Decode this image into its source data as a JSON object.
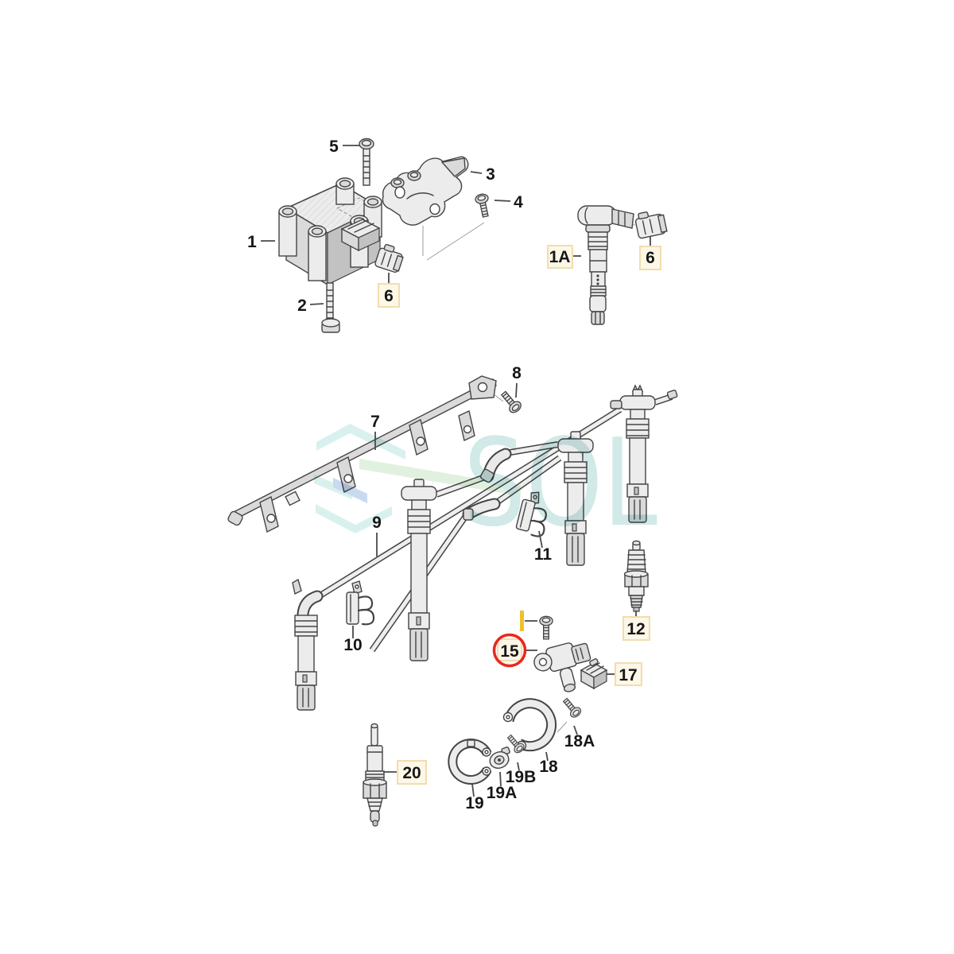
{
  "watermark": {
    "text": "SOL"
  },
  "parts": {
    "p1": {
      "label": "1",
      "boxed": false,
      "circled": false
    },
    "p1a": {
      "label": "1A",
      "boxed": true,
      "circled": false
    },
    "p2": {
      "label": "2",
      "boxed": false,
      "circled": false
    },
    "p3": {
      "label": "3",
      "boxed": false,
      "circled": false
    },
    "p4": {
      "label": "4",
      "boxed": false,
      "circled": false
    },
    "p5": {
      "label": "5",
      "boxed": false,
      "circled": false
    },
    "p6a": {
      "label": "6",
      "boxed": true,
      "circled": false
    },
    "p6b": {
      "label": "6",
      "boxed": true,
      "circled": false
    },
    "p7": {
      "label": "7",
      "boxed": false,
      "circled": false
    },
    "p8": {
      "label": "8",
      "boxed": false,
      "circled": false
    },
    "p9": {
      "label": "9",
      "boxed": false,
      "circled": false
    },
    "p10": {
      "label": "10",
      "boxed": false,
      "circled": false
    },
    "p11": {
      "label": "11",
      "boxed": false,
      "circled": false
    },
    "p12": {
      "label": "12",
      "boxed": true,
      "circled": false
    },
    "p15": {
      "label": "15",
      "boxed": true,
      "circled": true
    },
    "p17": {
      "label": "17",
      "boxed": true,
      "circled": false
    },
    "p18": {
      "label": "18",
      "boxed": false,
      "circled": false
    },
    "p18a": {
      "label": "18A",
      "boxed": false,
      "circled": false
    },
    "p19": {
      "label": "19",
      "boxed": false,
      "circled": false
    },
    "p19a": {
      "label": "19A",
      "boxed": false,
      "circled": false
    },
    "p19b": {
      "label": "19B",
      "boxed": false,
      "circled": false
    },
    "p20": {
      "label": "20",
      "boxed": true,
      "circled": false
    }
  },
  "colors": {
    "label_box_bg": "#fdf7e7",
    "label_box_border": "#f1ddae",
    "highlight_circle": "#e8281e",
    "highlight_bar": "#f0c02a",
    "line": "#444444",
    "watermark_green": "#cfe9cb",
    "watermark_cyan": "#c2e8e4",
    "watermark_blue": "#a6c3e6",
    "watermark_text": "#b5dcd8"
  }
}
